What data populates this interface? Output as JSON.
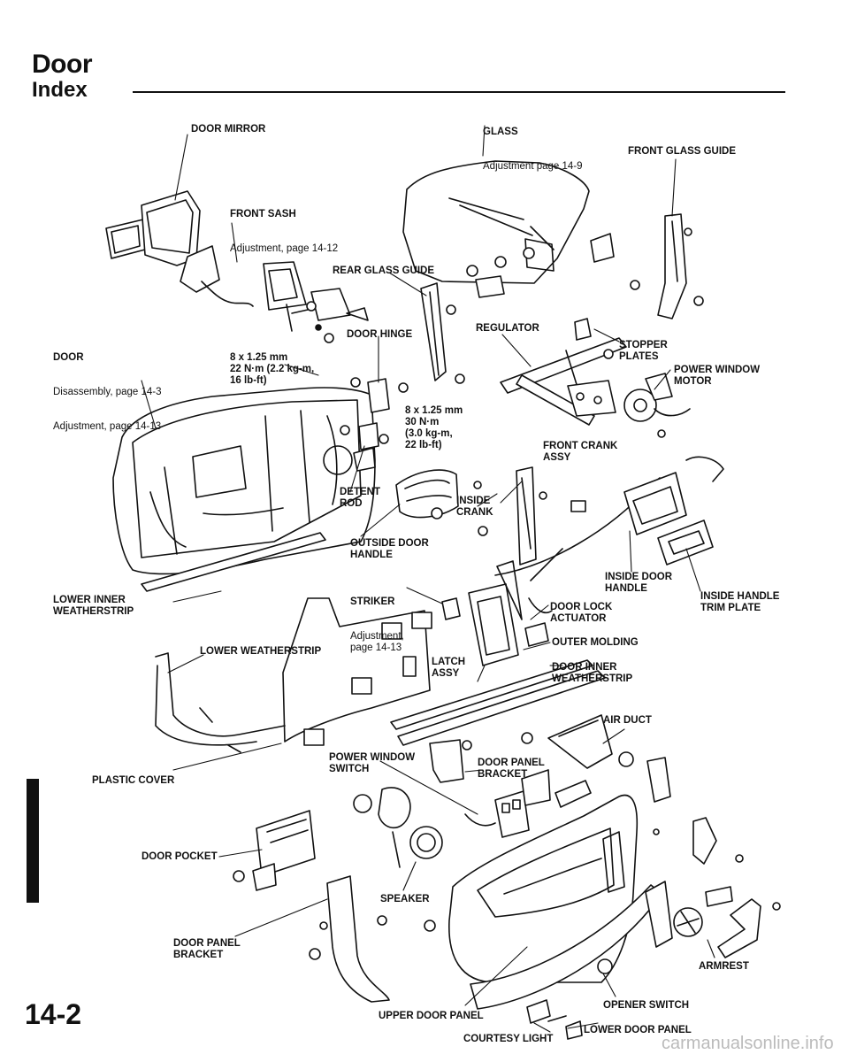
{
  "header": {
    "title": "Door",
    "subtitle": "Index"
  },
  "labels": {
    "glass": {
      "name": "GLASS",
      "sub": "Adjustment page 14-9"
    },
    "door_mirror": "DOOR MIRROR",
    "front_glass_guide": "FRONT GLASS GUIDE",
    "front_sash": {
      "name": "FRONT SASH",
      "sub": "Adjustment, page 14-12"
    },
    "rear_glass_guide": "REAR GLASS GUIDE",
    "door": {
      "name": "DOOR",
      "sub1": "Disassembly, page 14-3",
      "sub2": "Adjustment, page 14-13"
    },
    "bolt_spec_1": "8 x 1.25 mm\n22 N·m (2.2 kg-m,\n16 lb-ft)",
    "door_hinge": "DOOR HINGE",
    "regulator": "REGULATOR",
    "stopper_plates": "STOPPER\nPLATES",
    "power_window_motor": "POWER WINDOW\nMOTOR",
    "bolt_spec_2": "8 x 1.25 mm\n30 N·m\n(3.0 kg-m,\n22 lb-ft)",
    "front_crank_assy": "FRONT CRANK\nASSY",
    "detent_rod": "DETENT\nROD",
    "inside_crank": "INSIDE\nCRANK",
    "outside_door_handle": "OUTSIDE DOOR\nHANDLE",
    "striker": {
      "name": "STRIKER",
      "sub": "Adjustment,\npage 14-13"
    },
    "inside_door_handle": "INSIDE DOOR\nHANDLE",
    "inside_handle_trim_plate": "INSIDE HANDLE\nTRIM PLATE",
    "lower_inner_weatherstrip": "LOWER INNER\nWEATHERSTRIP",
    "door_lock_actuator": "DOOR LOCK\nACTUATOR",
    "lower_weatherstrip": "LOWER WEATHERSTRIP",
    "outer_molding": "OUTER MOLDING",
    "latch_assy": "LATCH\nASSY",
    "door_inner_weatherstrip": "DOOR INNER\nWEATHERSTRIP",
    "air_duct": "AIR DUCT",
    "power_window_switch": "POWER WINDOW\nSWITCH",
    "door_panel_bracket_1": "DOOR PANEL\nBRACKET",
    "plastic_cover": "PLASTIC COVER",
    "door_pocket": "DOOR POCKET",
    "speaker": "SPEAKER",
    "door_panel_bracket_2": "DOOR PANEL\nBRACKET",
    "armrest": "ARMREST",
    "opener_switch": "OPENER SWITCH",
    "upper_door_panel": "UPPER DOOR PANEL",
    "lower_door_panel": "LOWER DOOR PANEL",
    "courtesy_light": "COURTESY LIGHT"
  },
  "footer": {
    "page_number": "14-2",
    "watermark": "carmanualsonline.info"
  }
}
